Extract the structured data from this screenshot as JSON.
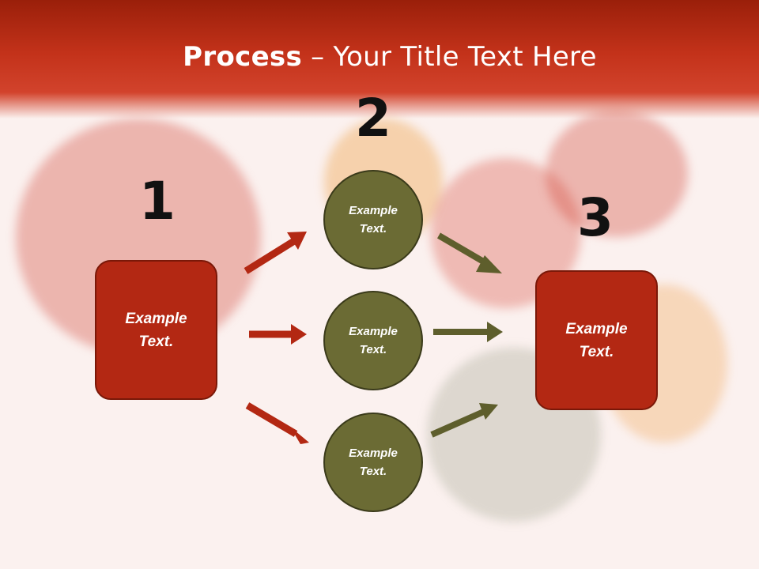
{
  "title": {
    "bold": "Process",
    "rest": " – Your Title Text Here"
  },
  "steps": [
    {
      "number": "1",
      "text": "Example\nText."
    },
    {
      "number": "2",
      "items": [
        {
          "text": "Example\nText."
        },
        {
          "text": "Example\nText."
        },
        {
          "text": "Example\nText."
        }
      ]
    },
    {
      "number": "3",
      "text": "Example\nText."
    }
  ],
  "colors": {
    "box": "#b32813",
    "circle": "#6b6b34",
    "arrow_red": "#b32813",
    "arrow_olive": "#5e5e2c"
  }
}
